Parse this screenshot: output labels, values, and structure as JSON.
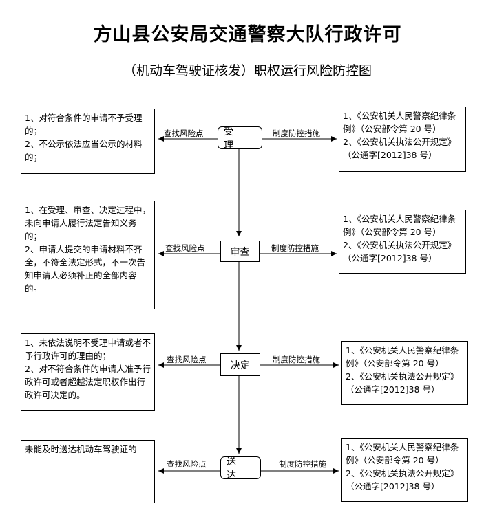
{
  "title": "方山县公安局交通警察大队行政许可",
  "subtitle": "（机动车驾驶证核发）职权运行风险防控图",
  "labels": {
    "risk": "查找风险点",
    "measures": "制度防控措施"
  },
  "stages": [
    {
      "name": "受 理",
      "risks": [
        "1、对符合条件的申请不予受理的；",
        "2、不公示依法应当公示的材料的；"
      ],
      "measures": [
        "1、《公安机关人民警察纪律条例》（公安部令第 20 号）",
        "2、《公安机关执法公开规定》（公通字[2012]38 号）"
      ]
    },
    {
      "name": "审查",
      "risks": [
        "1、在受理、审查、决定过程中，未向申请人履行法定告知义务的；",
        "2、申请人提交的申请材料不齐全，不符全法定形式，不一次告知申请人必须补正的全部内容的。"
      ],
      "measures": [
        "1、《公安机关人民警察纪律条例》（公安部令第 20 号）",
        "2、《公安机关执法公开规定》（公通字[2012]38 号）"
      ]
    },
    {
      "name": "决定",
      "risks": [
        "1、未依法说明不受理申请或者不予行政许可的理由的；",
        "2、对不符合条件的申请人准予行政许可或者超越法定职权作出行政许可决定的。"
      ],
      "measures": [
        "1、《公安机关人民警察纪律条例》（公安部令第 20 号）",
        "2、《公安机关执法公开规定》（公通字[2012]38 号）"
      ]
    },
    {
      "name": "送 达",
      "risks": [
        "未能及时送达机动车驾驶证的"
      ],
      "measures": [
        "1、《公安机关人民警察纪律条例》（公安部令第 20 号）",
        "2、《公安机关执法公开规定》（公通字[2012]38 号）"
      ]
    }
  ]
}
